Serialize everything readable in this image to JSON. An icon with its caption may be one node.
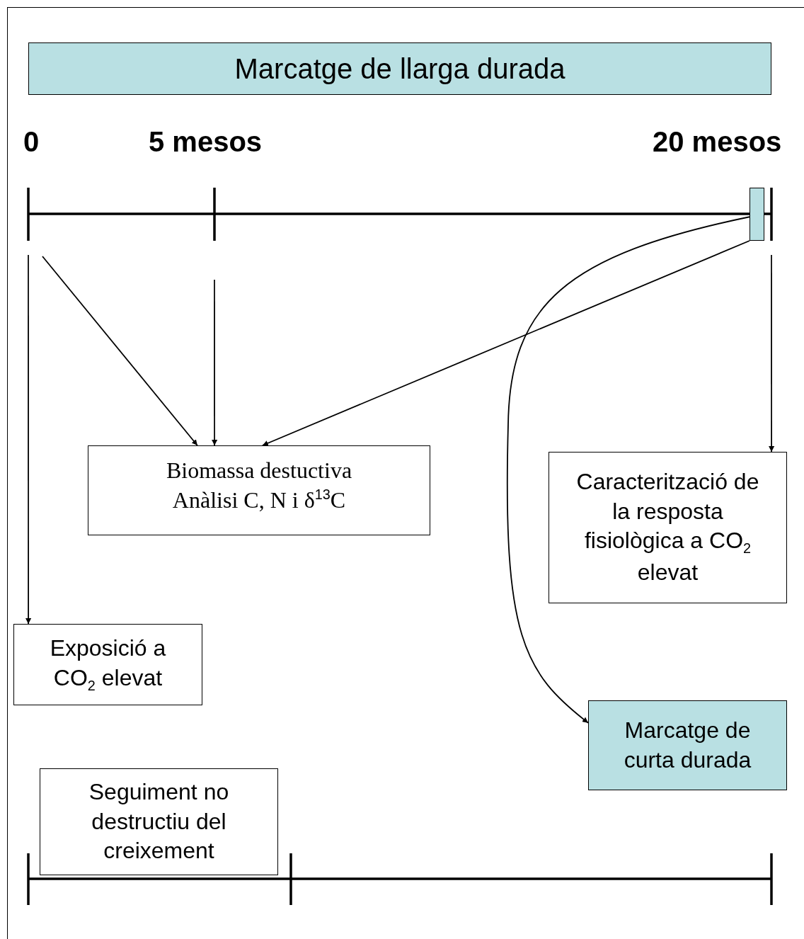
{
  "diagram": {
    "nodes": [
      {
        "text": [
          "Marcatge de llarga durada"
        ]
      },
      {
        "text": [],
        "shape": "box"
      },
      {
        "text": [
          "Biomassa destuctiva",
          "Anàlisi C, N i δ$^{13}$C"
        ]
      },
      {
        "text": [
          "Caracterització de la resposta fisiològica a CO$_{2}$ elevat"
        ]
      },
      {
        "text": [
          "Exposició a CO$_{2}$ elevat"
        ]
      },
      {
        "text": [
          "Marcatge de curta durada"
        ]
      },
      {
        "text": [
          "Seguiment no destructiu del creixement"
        ]
      }
    ],
    "edges": [
      {
        "from": null,
        "to": 2,
        "arrow": "to"
      },
      {
        "from": null,
        "to": 2,
        "arrow": "to"
      },
      {
        "from": 1,
        "to": 2,
        "arrow": "to"
      },
      {
        "from": null,
        "to": 4,
        "arrow": "to"
      },
      {
        "from": null,
        "to": 3,
        "arrow": "to"
      },
      {
        "from": 1,
        "to": 5,
        "arrow": "to"
      }
    ],
    "labels": [
      "0",
      "5 mesos",
      "20 mesos"
    ]
  }
}
